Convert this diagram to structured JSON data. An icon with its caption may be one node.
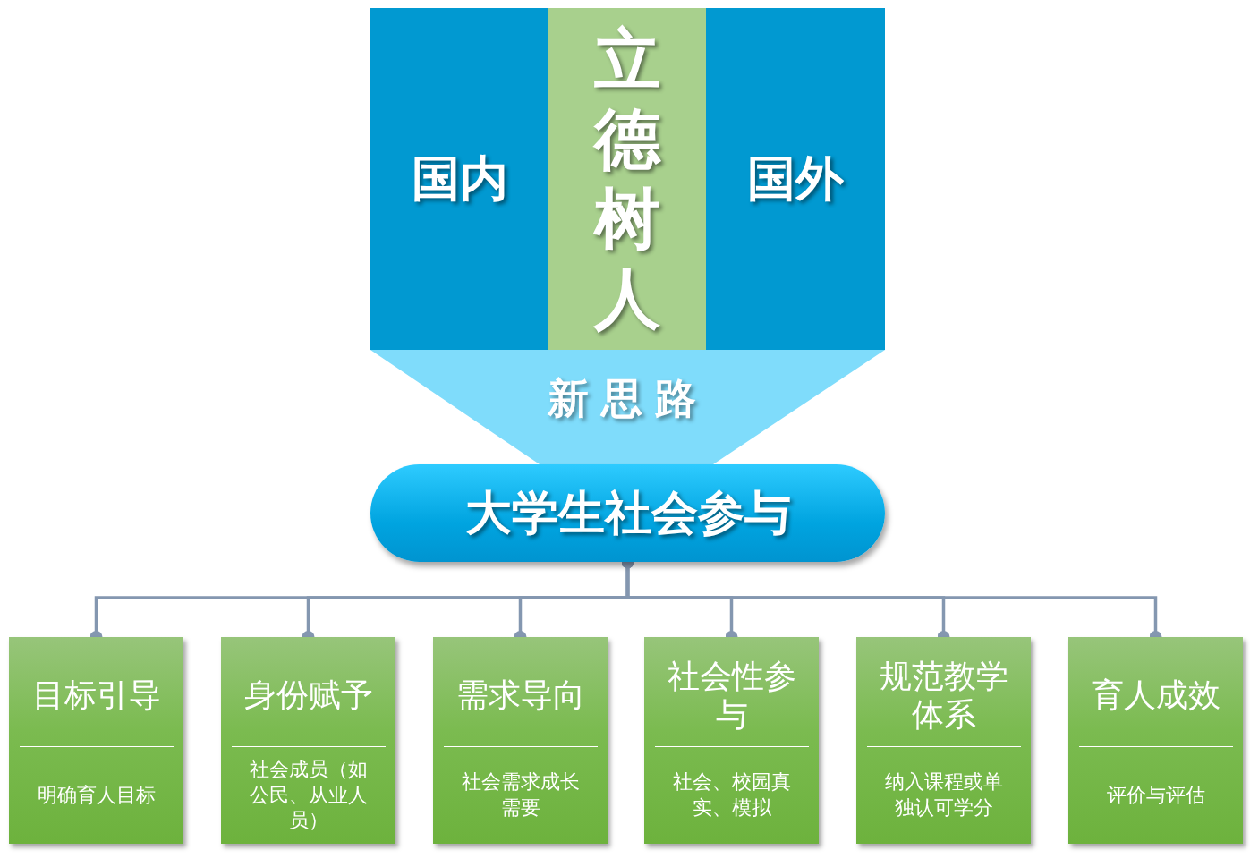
{
  "diagram": {
    "nodes": [
      {
        "text": [
          "国内"
        ]
      },
      {
        "text": [
          "立德树人"
        ]
      },
      {
        "text": [
          "国外"
        ]
      },
      {
        "text": [
          "新思路"
        ]
      },
      {
        "text": [
          "大学生社会参与"
        ]
      },
      {
        "text": [
          "目标引导",
          "明确育人目标"
        ]
      },
      {
        "text": [
          "身份赋予",
          "社会成员（如公民、从业人员）"
        ]
      },
      {
        "text": [
          "需求导向",
          "社会需求成长需要"
        ]
      },
      {
        "text": [
          "社会性参与",
          "社会、校园真实、模拟"
        ]
      },
      {
        "text": [
          "规范教学体系",
          "纳入课程或单独认可学分"
        ]
      },
      {
        "text": [
          "育人成效",
          "评价与评估"
        ]
      }
    ],
    "edges": [
      {
        "from": 4,
        "to": 5,
        "arrow": "other"
      },
      {
        "from": 4,
        "to": 6,
        "arrow": "other"
      },
      {
        "from": 4,
        "to": 7,
        "arrow": "other"
      },
      {
        "from": 4,
        "to": 8,
        "arrow": "other"
      },
      {
        "from": 4,
        "to": 9,
        "arrow": "other"
      },
      {
        "from": 4,
        "to": 10,
        "arrow": "other"
      }
    ]
  }
}
